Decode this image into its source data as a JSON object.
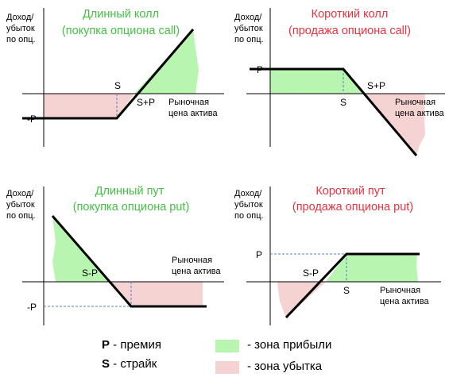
{
  "colors": {
    "profit_fill": "#b8f5b0",
    "loss_fill": "#f6d3d3",
    "title_green": "#44c044",
    "title_red": "#e8333f",
    "line": "#000000",
    "dashed": "#5a7ec8"
  },
  "axis_y_label": [
    "Доход/",
    "убыток",
    "по опц."
  ],
  "axis_x_label": [
    "Рыночная",
    "цена актива"
  ],
  "panels": {
    "long_call": {
      "title": "Длинный колл",
      "subtitle": "(покупка опциона call)",
      "label_strike": "S",
      "label_breakeven": "S+P",
      "label_premium": "-P"
    },
    "short_call": {
      "title": "Короткий колл",
      "subtitle": "(продажа опциона call)",
      "label_strike": "S",
      "label_breakeven": "S+P",
      "label_premium": "P"
    },
    "long_put": {
      "title": "Длинный пут",
      "subtitle": "(покупка опциона put)",
      "label_breakeven": "S-P",
      "label_premium": "-P"
    },
    "short_put": {
      "title": "Короткий пут",
      "subtitle": "(продажа опциона put)",
      "label_strike": "S",
      "label_breakeven": "S-P",
      "label_premium": "P"
    }
  },
  "legend": {
    "p_letter": "P",
    "p_text": " - премия",
    "s_letter": "S",
    "s_text": " - страйк",
    "profit_text": "- зона прибыли",
    "loss_text": "- зона убытка"
  }
}
